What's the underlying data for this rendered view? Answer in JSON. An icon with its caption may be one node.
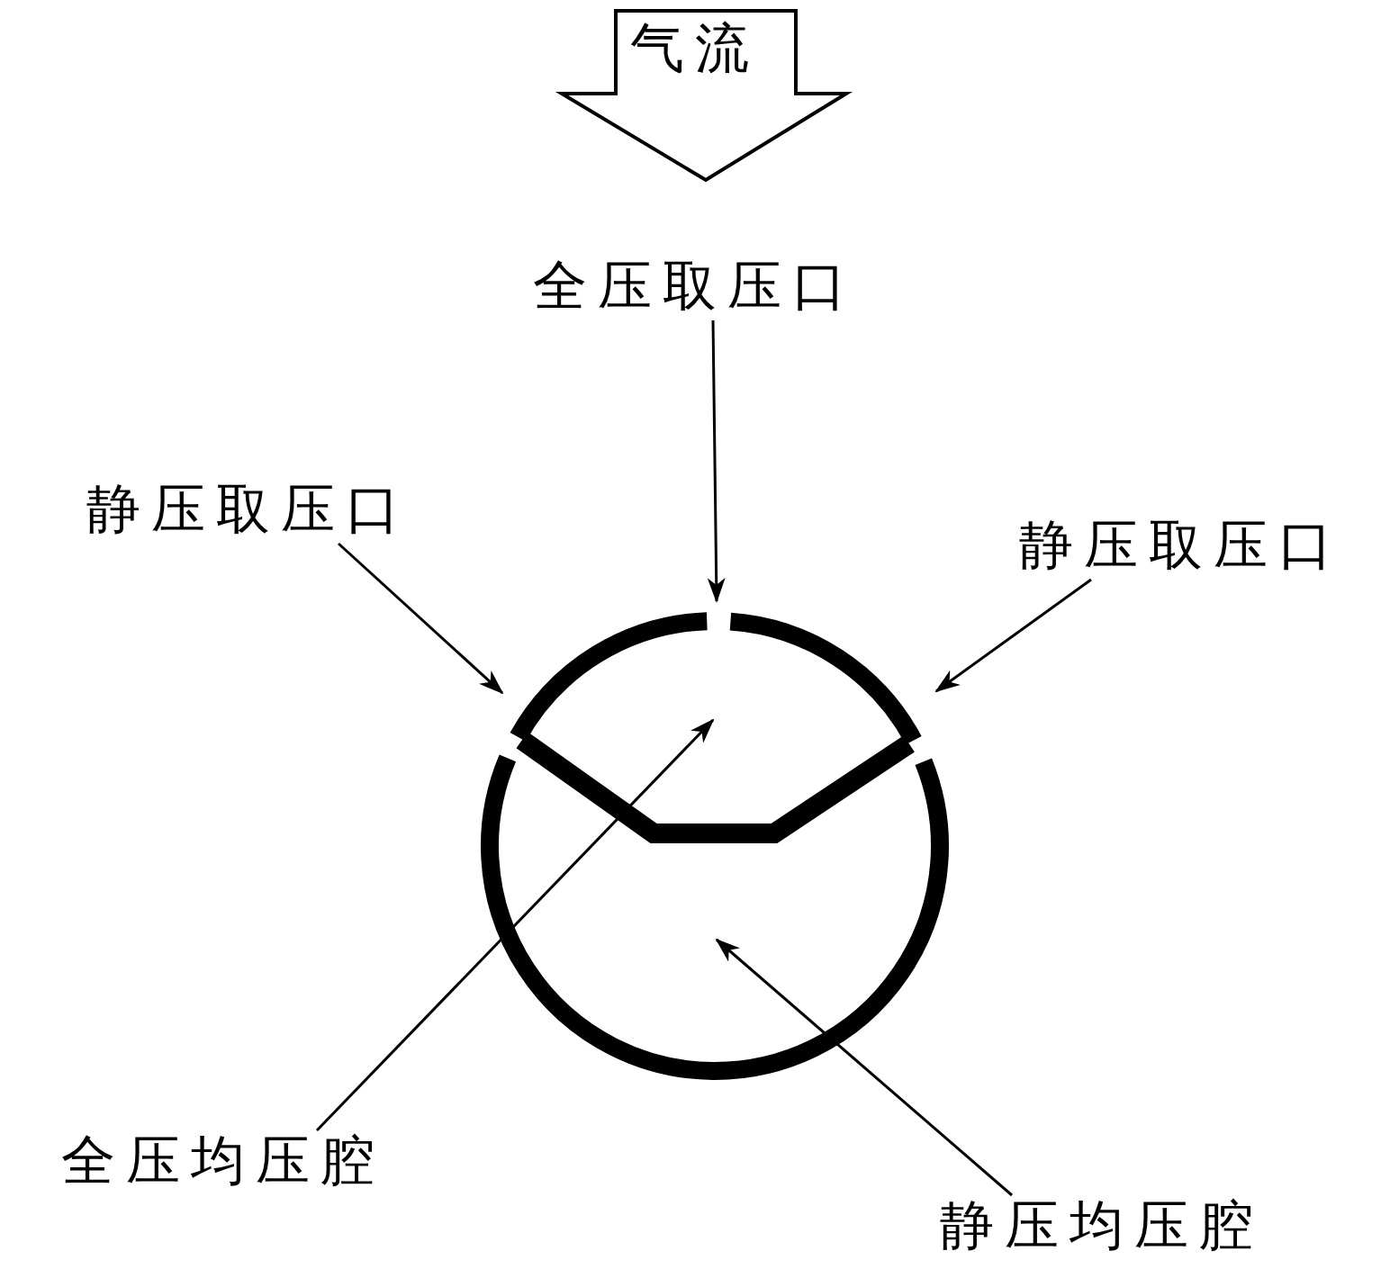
{
  "diagram": {
    "nodes": [
      {
        "text": [
          "全压取压口"
        ]
      },
      {
        "text": [
          "静压取压口"
        ]
      },
      {
        "text": [
          "静压取压口"
        ]
      },
      {
        "text": [
          "全压均压腔"
        ]
      },
      {
        "text": [
          "静压均压腔"
        ]
      },
      {
        "text": [],
        "shape": "circle"
      }
    ],
    "edges": [
      {
        "from": 0,
        "to": 5,
        "arrow": "to"
      },
      {
        "from": 1,
        "to": 5,
        "arrow": "to"
      },
      {
        "from": 2,
        "to": 5,
        "arrow": "to"
      },
      {
        "from": 3,
        "to": 5,
        "arrow": "to"
      },
      {
        "from": 4,
        "to": 5,
        "arrow": "to"
      }
    ],
    "labels": [
      "气流"
    ]
  }
}
